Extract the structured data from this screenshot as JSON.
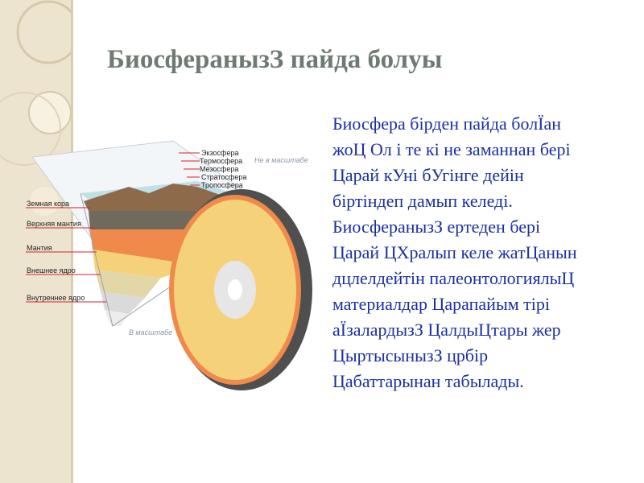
{
  "slide": {
    "title": "БиосферанызЗ пайда болуы",
    "body_lines": [
      "Биосфера бірден пайда болЇан",
      "жоЦ Ол і те кі не заманнан бері",
      "Царай кУні бУгінге дейін",
      "біртіндеп дамып келеді.",
      "БиосферанызЗ ертеден бері",
      "Царай ЦХралып келе жатЦанын",
      "дцлелдейтін палеонтологиялыЦ",
      "материалдар Царапайым тірі",
      "аЇзалардызЗ ЦалдыЦтары жер",
      "ЦыртысынызЗ црбір",
      "Цабаттарынан табылады."
    ]
  },
  "figure": {
    "atmosphere_labels": [
      "Экзосфера",
      "Термосфера",
      "Мезосфера",
      "Стратосфера",
      "Тропосфера"
    ],
    "earth_labels": [
      "Земная кора",
      "Верхняя мантия",
      "Мантия",
      "Внешнее ядро",
      "Внутреннее ядро"
    ],
    "scale_top": "Не в масштабе",
    "scale_bottom": "В масштабе",
    "colors": {
      "title": "#6f7a72",
      "body": "#1b2fa0",
      "leader_lines": "#d8202a",
      "mantle_orange": "#f08a4b",
      "outer_core": "#f5d27a",
      "inner_core": "#e6e6e6"
    }
  }
}
